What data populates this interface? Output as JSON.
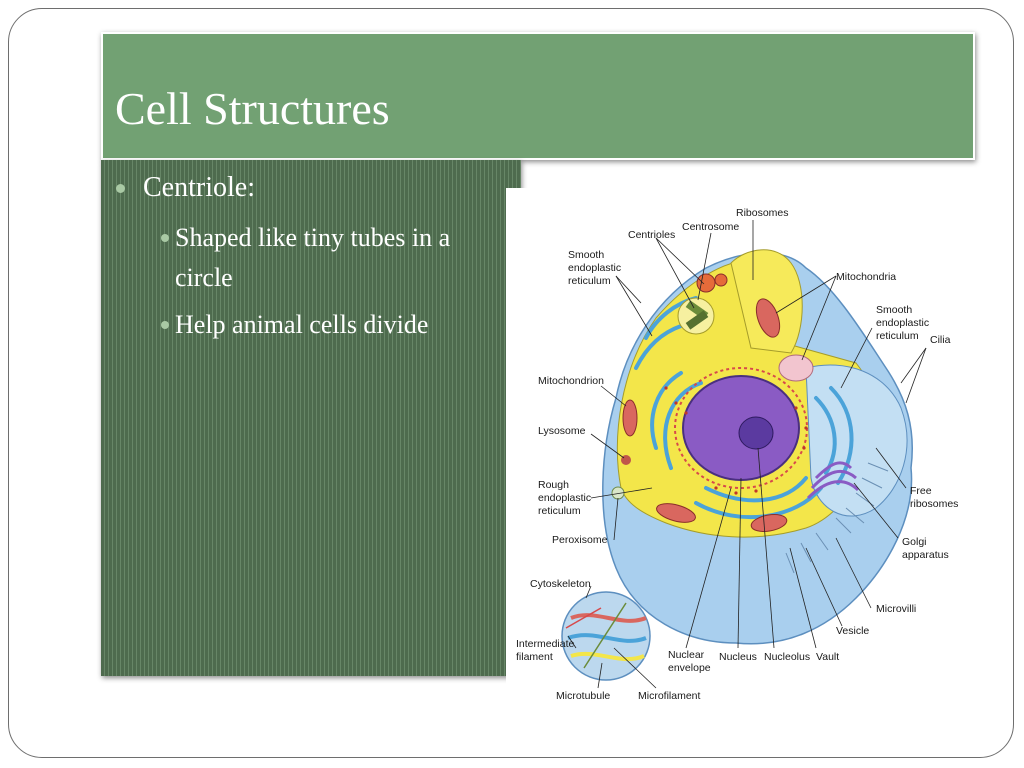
{
  "slide": {
    "title": "Cell Structures",
    "bullets": [
      {
        "level": 1,
        "text": "Centriole:"
      },
      {
        "level": 2,
        "text": "Shaped like tiny tubes in a"
      },
      {
        "level": 2,
        "text": "circle"
      },
      {
        "level": 2,
        "text": "Help animal cells divide"
      }
    ]
  },
  "diagram": {
    "labels": {
      "ribosomes": "Ribosomes",
      "centrioles": "Centrioles",
      "centrosome": "Centrosome",
      "smooth_er_1a": "Smooth",
      "smooth_er_1b": "endoplastic",
      "smooth_er_1c": "reticulum",
      "mitochondria": "Mitochondria",
      "smooth_er_2a": "Smooth",
      "smooth_er_2b": "endoplastic",
      "smooth_er_2c": "reticulum",
      "cilia": "Cilia",
      "mitochondrion": "Mitochondrion",
      "lysosome": "Lysosome",
      "rough_er_a": "Rough",
      "rough_er_b": "endoplastic",
      "rough_er_c": "reticulum",
      "peroxisome": "Peroxisome",
      "free_ribosomes_a": "Free",
      "free_ribosomes_b": "ribosomes",
      "golgi_a": "Golgi",
      "golgi_b": "apparatus",
      "cytoskeleton": "Cytoskeleton",
      "microvilli": "Microvilli",
      "vesicle": "Vesicle",
      "intermediate_a": "Intermediate",
      "intermediate_b": "filament",
      "nuclear_env_a": "Nuclear",
      "nuclear_env_b": "envelope",
      "nucleus": "Nucleus",
      "nucleolus": "Nucleolus",
      "vault": "Vault",
      "microtubule": "Microtubule",
      "microfilament": "Microfilament"
    },
    "colors": {
      "cytoplasm": "#f3e64a",
      "membrane_blue": "#9cc6ea",
      "nucleus": "#8a5bc4",
      "nucleolus": "#5b3aa0",
      "mitochondria": "#d9675f",
      "er_blue": "#4ba3d9",
      "centrosome": "#6b8c3a",
      "vesicle": "#f2c5cf"
    }
  }
}
